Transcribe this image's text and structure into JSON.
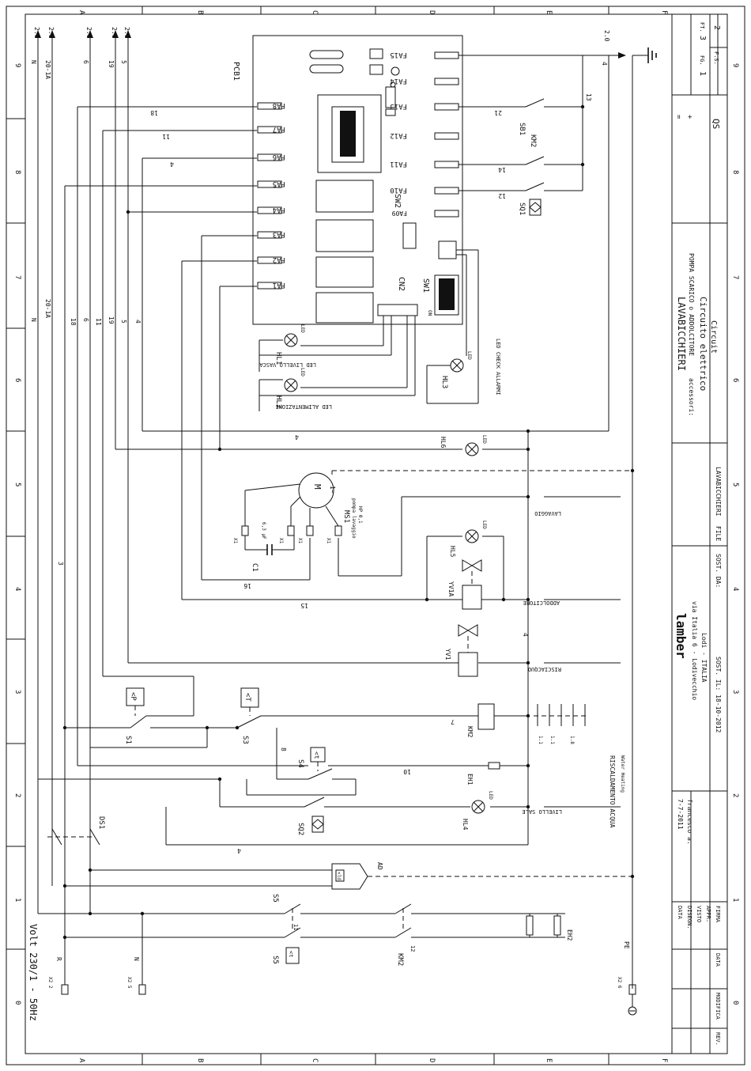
{
  "frame": {
    "col_letters": [
      "A",
      "B",
      "C",
      "D",
      "E",
      "F"
    ],
    "row_numbers": [
      "0",
      "1",
      "2",
      "3",
      "4",
      "5",
      "6",
      "7",
      "8",
      "9"
    ]
  },
  "supply": {
    "voltage": "Volt  230/1 - 50Hz",
    "terminals": [
      {
        "label": "X2 2",
        "line": "R"
      },
      {
        "label": "X2 5",
        "line": "N"
      },
      {
        "label": "X2 6",
        "line": "PE"
      }
    ]
  },
  "top_arrows": [
    {
      "wire": "N",
      "size": "2.0"
    },
    {
      "wire": "20-1A",
      "size": "2.0"
    },
    {
      "wire": "6",
      "size": "2.0"
    },
    {
      "wire": "19",
      "size": "2.0"
    },
    {
      "wire": "5",
      "size": "2.0"
    },
    {
      "wire": "4",
      "size": "2.0"
    }
  ],
  "wire_labels": {
    "left": [
      "N",
      "20-1A",
      "18",
      "6",
      "11",
      "19",
      "5",
      "4",
      "3"
    ],
    "w18": "18",
    "w11": "11",
    "w4": "4",
    "w21": "21",
    "w14": "14",
    "w12": "12",
    "w13": "13",
    "w16": "16",
    "w15": "15",
    "w7": "7",
    "w8": "8",
    "w10": "10",
    "w4b": "4",
    "w4c": "4",
    "w11b": "11",
    "w12b": "12",
    "w4d": "4"
  },
  "pcb": {
    "name": "PCB1",
    "left_terminals": [
      "FA8",
      "FA7",
      "FA6",
      "FA5",
      "FA4",
      "FA3",
      "FA2",
      "FA1"
    ],
    "right_terminals": [
      "FA15",
      "FA14",
      "FA13",
      "FA12",
      "FA11",
      "FA10",
      "FA09"
    ],
    "sw2": "SW2",
    "sw1": "SW1",
    "cn2": "CN2",
    "on": "ON"
  },
  "components": {
    "hl1": "HL1",
    "hl2": "HL2",
    "hl3": "HL3",
    "hl4": "HL4",
    "hl5": "HL5",
    "hl6": "HL6",
    "led": "LED",
    "led_livello_vasca": "LED LIVELLO VASCA",
    "led_alimentazione": "LED ALIMENTAZIONE",
    "led_check_allarmi": "LED CHECK ALLARMI",
    "sb1": "SB1",
    "km2": "KM2",
    "sq1": "SQ1",
    "sq2": "SQ2",
    "ms1": "MS1",
    "ms1_desc": "pompa lavaggio",
    "ms1_hp": "HP 0,1",
    "motor": "M",
    "motor_phase": "1~",
    "c1": "C1",
    "c1_val": "6,3 µF",
    "x1": "X1",
    "yv1a": "YV1A",
    "yv1": "YV1",
    "s1": "S1",
    "s3": "S3",
    "s4": "S4",
    "s5": "S5",
    "ds1": "DS1",
    "eh1": "EH1",
    "eh2": "EH2",
    "ad": "AD",
    "p_sym": "<P",
    "t_sym": "<T",
    "t2_sym": "<t",
    "ld_sym": "<ld",
    "km2_contacts": [
      "1.1",
      "1.1",
      "1.8"
    ]
  },
  "functions": {
    "lavaggio": "LAVAGGIO",
    "addolcitore": "ADDOLCITORE",
    "risciacquo": "RISCIACQUO",
    "riscaldamento": "RISCALDAMENTO ACQUA",
    "water_heating": "Water Heating",
    "livello_sale": "LIVELLO SALE"
  },
  "title_block": {
    "title": "LAVABICCHIERI",
    "accessori": "accessori:",
    "accessori_text": "POMPA SCARICO o ADDOLCITORE",
    "circuito": "Circuito elettrico",
    "circuit": "Circuit",
    "fg_label": "FG.",
    "fg_val": "1",
    "ft_label": "FT.",
    "ft_val": "3",
    "fs_label": "F.S.",
    "fs_val": "2",
    "qs": "QS",
    "file_label": "FILE",
    "file_val": "LAVABICCHIERI",
    "company": "lamber",
    "address1": "via Italia 6 - Lodivecchio",
    "address2": "Lodi - ITALIA",
    "sost_il": "SOST. IL: 18-10-2012",
    "sost_da": "SOST. DA:",
    "data_label": "DATA",
    "data_val": "7-7-2011",
    "disegn_label": "DISEGN.",
    "disegn_val": "francesco a.",
    "visto": "VISTO",
    "appr": "APPR.",
    "rev": "REV.",
    "modifica": "MODIFICA",
    "data2": "DATA",
    "firma": "FIRMA",
    "marks": [
      "=",
      "+"
    ]
  }
}
